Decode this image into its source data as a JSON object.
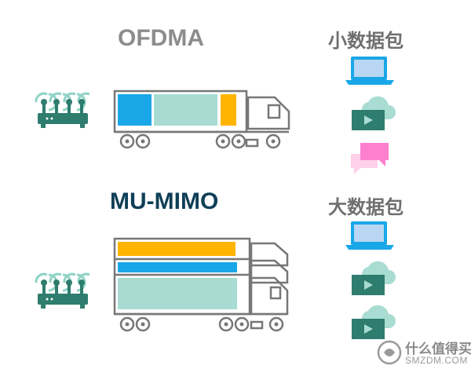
{
  "top_section": {
    "title": "OFDMA",
    "label": "小数据包"
  },
  "bottom_section": {
    "title": "MU-MIMO",
    "label": "大数据包"
  },
  "watermark": {
    "text": "什么值得买",
    "domain": "SMZDM.COM"
  },
  "colors": {
    "router": "#2e7d6f",
    "signal": "#8fd3c6",
    "blue": "#1aa7e8",
    "teal": "#a8dcd3",
    "orange": "#ffb400",
    "truck_outline": "#777777",
    "cloud": "#a9dcd2",
    "video": "#2e7d6f",
    "chat_front": "#ff7fcf",
    "chat_back": "#ffd0ea",
    "laptop": "#1aa7e8"
  },
  "icons": {
    "router": "router-icon",
    "laptop": "laptop-icon",
    "cloud_video": "cloud-video-icon",
    "chat": "chat-bubbles-icon",
    "truck": "truck-icon"
  }
}
